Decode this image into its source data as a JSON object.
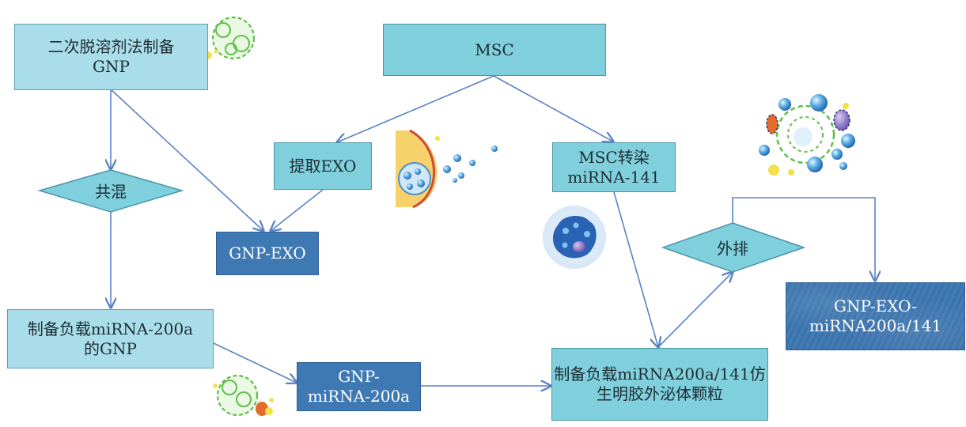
{
  "nodes": {
    "gnp_prep": "二次脱溶剂法制备\nGNP",
    "msc": "MSC",
    "extract_exo": "提取EXO",
    "msc_transfect": "MSC转染\nmiRNA-141",
    "mix": "共混",
    "gnp_exo": "GNP-EXO",
    "gnp_load": "制备负载miRNA-200a\n的GNP",
    "gnp_mirna": "GNP-\nmiRNA-200a",
    "exosome_mimic": "制备负载miRNA200a/141仿\n生明胶外泌体颗粒",
    "efflux": "外排",
    "final_product": "GNP-EXO-\nmiRNA200a/141"
  },
  "colors": {
    "light_box": "#a9ddea",
    "teal_box": "#7fcfdd",
    "dark_box": "#3f79b4",
    "diamond": "#7fcfdd",
    "arrow": "#5a83c4"
  },
  "illustrations": [
    "nanoparticle-cluster-icon",
    "cell-membrane-exosome-icon",
    "msc-cell-icon",
    "loaded-nanoparticle-icon"
  ]
}
